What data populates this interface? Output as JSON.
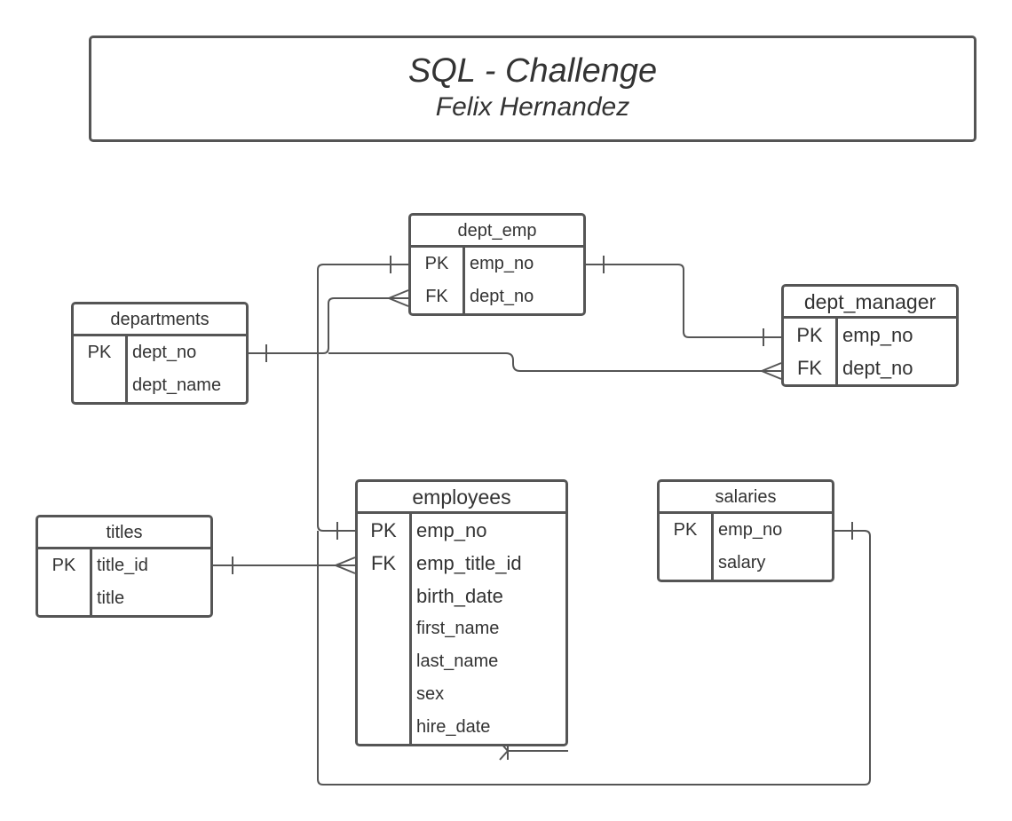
{
  "header": {
    "title": "SQL - Challenge",
    "author": "Felix Hernandez"
  },
  "entities": {
    "dept_emp": {
      "name": "dept_emp",
      "rows": [
        {
          "key": "PK",
          "attr": "emp_no"
        },
        {
          "key": "FK",
          "attr": "dept_no"
        }
      ]
    },
    "departments": {
      "name": "departments",
      "rows": [
        {
          "key": "PK",
          "attr": "dept_no"
        },
        {
          "key": "",
          "attr": "dept_name"
        }
      ]
    },
    "dept_manager": {
      "name": "dept_manager",
      "rows": [
        {
          "key": "PK",
          "attr": "emp_no"
        },
        {
          "key": "FK",
          "attr": "dept_no"
        }
      ]
    },
    "titles": {
      "name": "titles",
      "rows": [
        {
          "key": "PK",
          "attr": "title_id"
        },
        {
          "key": "",
          "attr": "title"
        }
      ]
    },
    "employees": {
      "name": "employees",
      "rows": [
        {
          "key": "PK",
          "attr": "emp_no"
        },
        {
          "key": "FK",
          "attr": "emp_title_id"
        },
        {
          "key": "",
          "attr": "birth_date"
        },
        {
          "key": "",
          "attr": "first_name"
        },
        {
          "key": "",
          "attr": "last_name"
        },
        {
          "key": "",
          "attr": "sex"
        },
        {
          "key": "",
          "attr": "hire_date"
        }
      ]
    },
    "salaries": {
      "name": "salaries",
      "rows": [
        {
          "key": "PK",
          "attr": "emp_no"
        },
        {
          "key": "",
          "attr": "salary"
        }
      ]
    }
  },
  "colors": {
    "border": "#555555",
    "text": "#333333",
    "background": "#ffffff"
  }
}
